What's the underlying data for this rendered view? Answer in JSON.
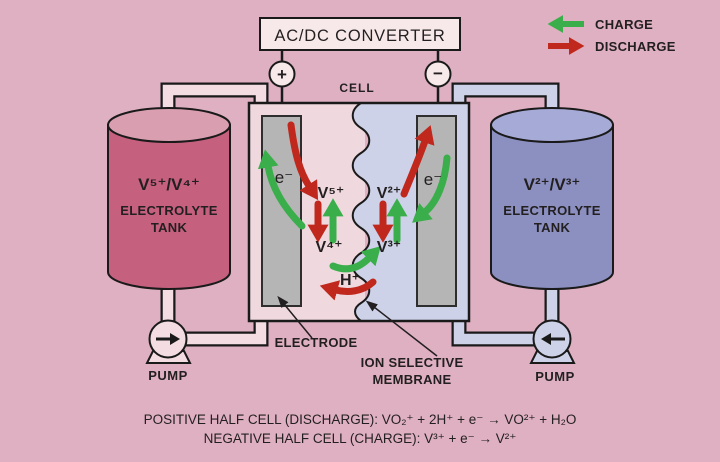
{
  "colors": {
    "background": "#deb0c1",
    "charge_green": "#3aae4a",
    "discharge_red": "#c0281d",
    "tank_left_body": "#c6607f",
    "tank_left_top": "#d99fb1",
    "tank_right_body": "#8b90c1",
    "tank_right_top": "#a6aad6",
    "cell_left_half": "#f0d9de",
    "cell_right_half": "#cdd2e8",
    "electrode_gray": "#b5b5b5",
    "pipe_left": "#f3dce2",
    "pipe_right": "#cdd2e9",
    "box_fill": "#f7e9e9",
    "outline": "#1a1a1a"
  },
  "converter": {
    "label": "AC/DC CONVERTER"
  },
  "terminals": {
    "positive": "+",
    "negative": "−"
  },
  "legend": {
    "charge_label": "CHARGE",
    "discharge_label": "DISCHARGE"
  },
  "cell": {
    "label": "CELL",
    "left_top_species": "V⁵⁺",
    "left_bottom_species": "V⁴⁺",
    "right_top_species": "V²⁺",
    "right_bottom_species": "V³⁺",
    "proton": "H⁺",
    "electron_left": "e⁻",
    "electron_right": "e⁻"
  },
  "tank_left": {
    "couple": "V⁵⁺/V⁴⁺",
    "label_line1": "ELECTROLYTE",
    "label_line2": "TANK"
  },
  "tank_right": {
    "couple": "V²⁺/V³⁺",
    "label_line1": "ELECTROLYTE",
    "label_line2": "TANK"
  },
  "pump_left": {
    "label": "PUMP"
  },
  "pump_right": {
    "label": "PUMP"
  },
  "annotations": {
    "electrode": "ELECTRODE",
    "membrane_line1": "ION SELECTIVE",
    "membrane_line2": "MEMBRANE"
  },
  "equations": {
    "positive_half_cell": "POSITIVE HALF CELL (DISCHARGE): VO₂⁺ + 2H⁺ + e⁻  →  VO²⁺ + H₂O",
    "negative_half_cell": "NEGATIVE HALF CELL (CHARGE): V³⁺ + e⁻  →  V²⁺"
  }
}
